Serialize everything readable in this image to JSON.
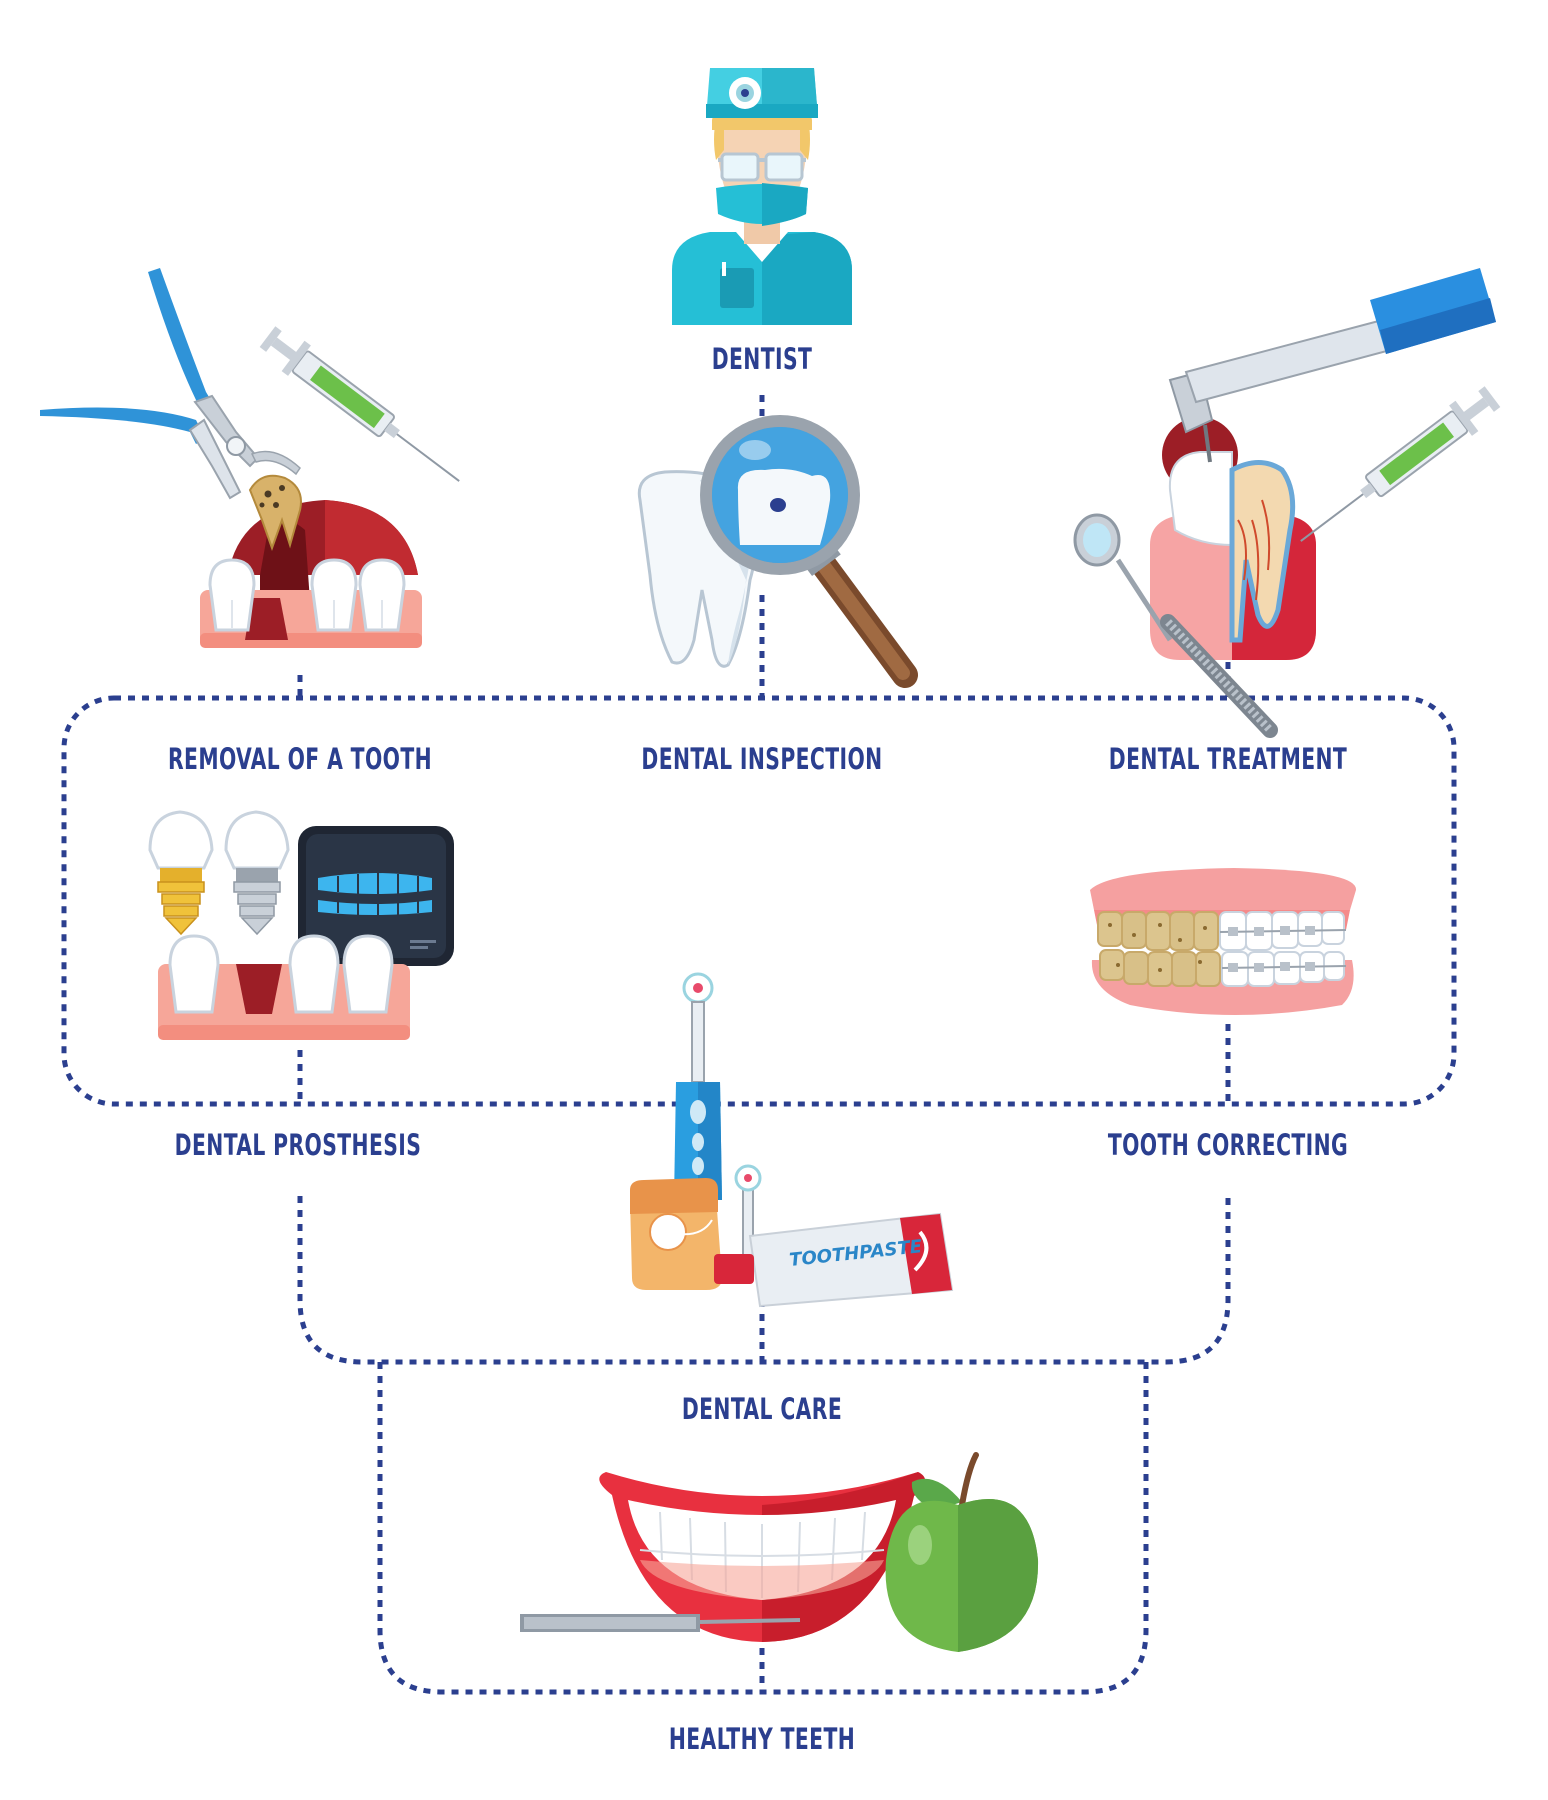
{
  "colors": {
    "line": "#2b3f8f",
    "label": "#2b3f8f",
    "gum": "#f5a9a0",
    "gum_dark": "#b8242a",
    "tooth": "#ffffff",
    "tooth_shade": "#dfe4ea",
    "blue": "#2a9ee0",
    "teal": "#2ec3d6",
    "green": "#6fb84a",
    "red": "#d8263a"
  },
  "nodes": {
    "dentist": {
      "label": "DENTIST",
      "icon": "dentist-icon"
    },
    "removal": {
      "label": "REMOVAL OF A TOOTH",
      "icon": "tooth-extraction-icon"
    },
    "inspection": {
      "label": "DENTAL INSPECTION",
      "icon": "magnifier-tooth-icon"
    },
    "treatment": {
      "label": "DENTAL TREATMENT",
      "icon": "tooth-drill-icon"
    },
    "prosthesis": {
      "label": "DENTAL PROSTHESIS",
      "icon": "dental-implant-icon"
    },
    "correcting": {
      "label": "TOOTH CORRECTING",
      "icon": "braces-icon"
    },
    "care": {
      "label": "DENTAL CARE",
      "icon": "toothbrush-toothpaste-icon"
    },
    "healthy": {
      "label": "HEALTHY TEETH",
      "icon": "smile-apple-icon"
    }
  },
  "toothpaste_text": "TOOTHPASTE"
}
